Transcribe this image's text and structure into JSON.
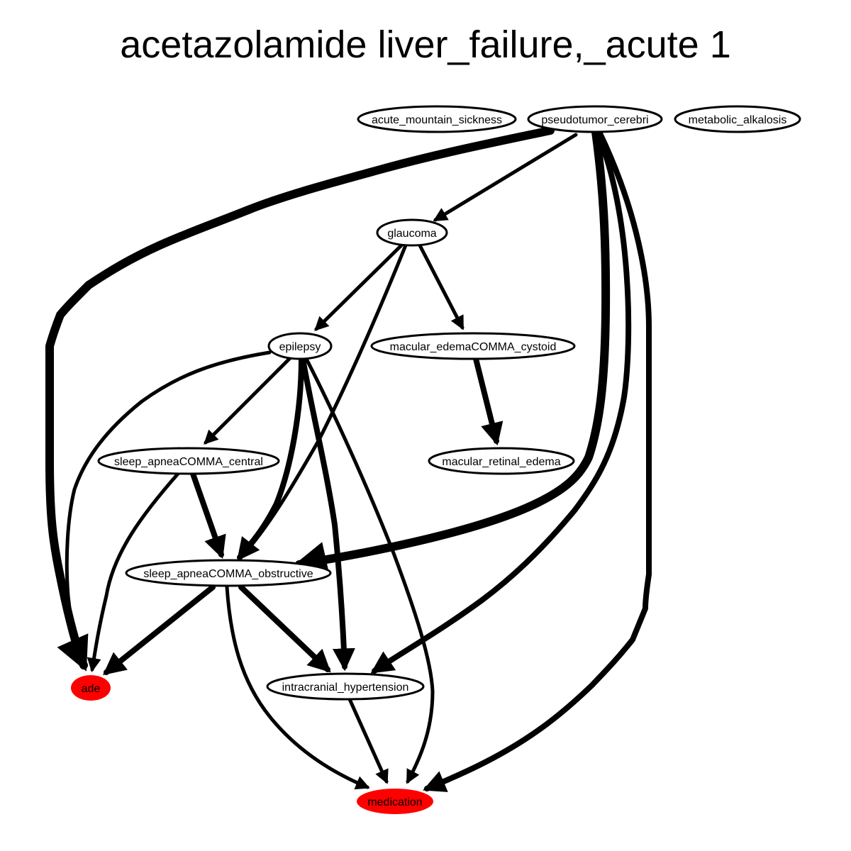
{
  "title": "acetazolamide liver_failure,_acute 1",
  "colors": {
    "node_fill": "#ffffff",
    "highlight_fill": "#ff0000",
    "stroke": "#000000"
  },
  "nodes": {
    "acute_mountain_sickness": {
      "label": "acute_mountain_sickness",
      "highlight": false
    },
    "pseudotumor_cerebri": {
      "label": "pseudotumor_cerebri",
      "highlight": false
    },
    "metabolic_alkalosis": {
      "label": "metabolic_alkalosis",
      "highlight": false
    },
    "glaucoma": {
      "label": "glaucoma",
      "highlight": false
    },
    "epilepsy": {
      "label": "epilepsy",
      "highlight": false
    },
    "macular_edema_cystoid": {
      "label": "macular_edemaCOMMA_cystoid",
      "highlight": false
    },
    "sleep_apnea_central": {
      "label": "sleep_apneaCOMMA_central",
      "highlight": false
    },
    "macular_retinal_edema": {
      "label": "macular_retinal_edema",
      "highlight": false
    },
    "sleep_apnea_obstructive": {
      "label": "sleep_apneaCOMMA_obstructive",
      "highlight": false
    },
    "ade": {
      "label": "ade",
      "highlight": true
    },
    "intracranial_hypertension": {
      "label": "intracranial_hypertension",
      "highlight": false
    },
    "medication": {
      "label": "medication",
      "highlight": true
    }
  },
  "edges": [
    {
      "from": "pseudotumor_cerebri",
      "to": "glaucoma",
      "weight": 1
    },
    {
      "from": "pseudotumor_cerebri",
      "to": "ade",
      "weight": 3
    },
    {
      "from": "pseudotumor_cerebri",
      "to": "sleep_apnea_obstructive",
      "weight": 3
    },
    {
      "from": "pseudotumor_cerebri",
      "to": "intracranial_hypertension",
      "weight": 2
    },
    {
      "from": "pseudotumor_cerebri",
      "to": "medication",
      "weight": 2
    },
    {
      "from": "glaucoma",
      "to": "epilepsy",
      "weight": 1
    },
    {
      "from": "glaucoma",
      "to": "macular_edema_cystoid",
      "weight": 1
    },
    {
      "from": "glaucoma",
      "to": "sleep_apnea_obstructive",
      "weight": 1
    },
    {
      "from": "epilepsy",
      "to": "sleep_apnea_central",
      "weight": 1
    },
    {
      "from": "epilepsy",
      "to": "sleep_apnea_obstructive",
      "weight": 2
    },
    {
      "from": "epilepsy",
      "to": "intracranial_hypertension",
      "weight": 2
    },
    {
      "from": "epilepsy",
      "to": "ade",
      "weight": 1
    },
    {
      "from": "epilepsy",
      "to": "medication",
      "weight": 1
    },
    {
      "from": "macular_edema_cystoid",
      "to": "macular_retinal_edema",
      "weight": 2
    },
    {
      "from": "sleep_apnea_central",
      "to": "sleep_apnea_obstructive",
      "weight": 2
    },
    {
      "from": "sleep_apnea_central",
      "to": "ade",
      "weight": 1
    },
    {
      "from": "sleep_apnea_obstructive",
      "to": "ade",
      "weight": 2
    },
    {
      "from": "sleep_apnea_obstructive",
      "to": "intracranial_hypertension",
      "weight": 2
    },
    {
      "from": "sleep_apnea_obstructive",
      "to": "medication",
      "weight": 1
    },
    {
      "from": "intracranial_hypertension",
      "to": "medication",
      "weight": 1
    }
  ]
}
